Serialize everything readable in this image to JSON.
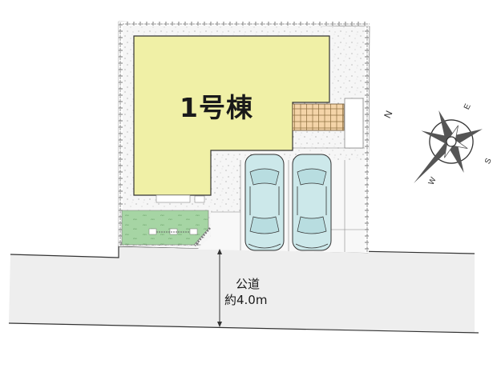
{
  "site_plan": {
    "building": {
      "label": "1号棟",
      "fill": "#f0f0a6"
    },
    "road": {
      "name": "公道",
      "width_label": "約4.0m",
      "fill": "#eeeeee"
    },
    "parking": {
      "cars": 2,
      "car_fill": "#cce8ea"
    },
    "garden": {
      "fill": "#a3d4a2"
    },
    "terrace": {
      "fill": "#f4d4a8"
    },
    "compass": {
      "n": "N",
      "e": "E",
      "s": "S",
      "w": "W"
    }
  }
}
